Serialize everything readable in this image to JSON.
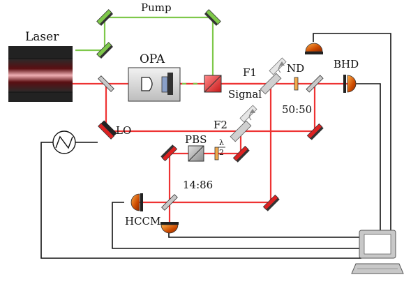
{
  "labels": {
    "pump": "Pump",
    "laser": "Laser",
    "opa": "OPA",
    "f1": "F1",
    "nd": "ND",
    "bhd": "BHD",
    "signal": "Signal",
    "bs_5050": "50:50",
    "lo": "LO",
    "f2": "F2",
    "pbs": "PBS",
    "halfwave_num": "λ",
    "halfwave_den": "2",
    "bs_1486": "14:86",
    "hccm": "HCCM"
  },
  "colors": {
    "beam_red": "#ee3333",
    "beam_green": "#7ec84a",
    "wire": "#111111",
    "mirror_green": "#7ec84a",
    "mirror_red": "#dd2222",
    "mirror_gray": "#c8c8c8",
    "detector": "#cc5500",
    "cube_red": "#ee4444",
    "cube_gray": "#a9a9a9",
    "laser_body": "#222222",
    "nd_filter": "#f2a94b"
  }
}
